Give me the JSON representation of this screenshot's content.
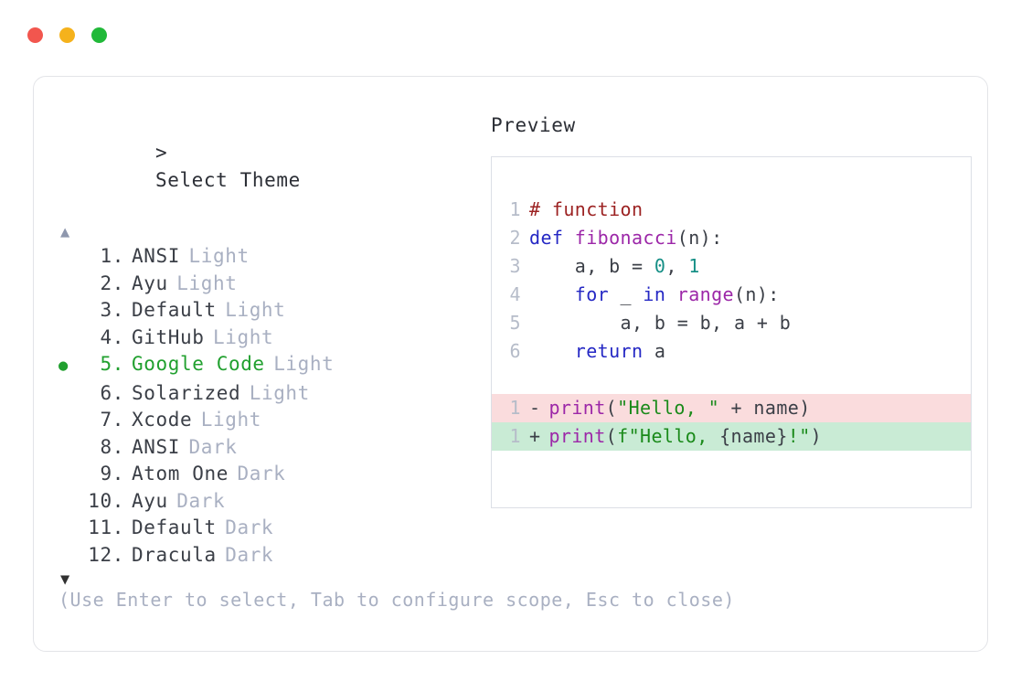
{
  "window": {
    "dots": [
      {
        "name": "close-dot",
        "color": "#f2564e"
      },
      {
        "name": "minimize-dot",
        "color": "#f5b21c"
      },
      {
        "name": "maximize-dot",
        "color": "#21b939"
      }
    ]
  },
  "selector": {
    "prompt_caret": ">",
    "title": "Select Theme",
    "scroll_up_icon": "▲",
    "scroll_down_icon": "▼",
    "selected_index": 5,
    "selected_bullet": "●",
    "accent_color": "#21a02f",
    "muted_color": "#a9b0c2",
    "items": [
      {
        "index": "1.",
        "name": "ANSI",
        "variant": "Light",
        "selected": false
      },
      {
        "index": "2.",
        "name": "Ayu",
        "variant": "Light",
        "selected": false
      },
      {
        "index": "3.",
        "name": "Default",
        "variant": "Light",
        "selected": false
      },
      {
        "index": "4.",
        "name": "GitHub",
        "variant": "Light",
        "selected": false
      },
      {
        "index": "5.",
        "name": "Google Code",
        "variant": "Light",
        "selected": true
      },
      {
        "index": "6.",
        "name": "Solarized",
        "variant": "Light",
        "selected": false
      },
      {
        "index": "7.",
        "name": "Xcode",
        "variant": "Light",
        "selected": false
      },
      {
        "index": "8.",
        "name": "ANSI",
        "variant": "Dark",
        "selected": false
      },
      {
        "index": "9.",
        "name": "Atom One",
        "variant": "Dark",
        "selected": false
      },
      {
        "index": "10.",
        "name": "Ayu",
        "variant": "Dark",
        "selected": false
      },
      {
        "index": "11.",
        "name": "Default",
        "variant": "Dark",
        "selected": false
      },
      {
        "index": "12.",
        "name": "Dracula",
        "variant": "Dark",
        "selected": false
      }
    ],
    "hint": "(Use Enter to select, Tab to configure scope, Esc to close)"
  },
  "preview": {
    "label": "Preview",
    "code_lines": [
      {
        "ln": "1",
        "tokens": [
          {
            "t": "# function",
            "c": "comment"
          }
        ]
      },
      {
        "ln": "2",
        "tokens": [
          {
            "t": "def ",
            "c": "keyword"
          },
          {
            "t": "fibonacci",
            "c": "func"
          },
          {
            "t": "(n):",
            "c": "plain"
          }
        ]
      },
      {
        "ln": "3",
        "tokens": [
          {
            "t": "    a, b = ",
            "c": "plain"
          },
          {
            "t": "0",
            "c": "num"
          },
          {
            "t": ", ",
            "c": "plain"
          },
          {
            "t": "1",
            "c": "num"
          }
        ]
      },
      {
        "ln": "4",
        "tokens": [
          {
            "t": "    ",
            "c": "plain"
          },
          {
            "t": "for",
            "c": "keyword"
          },
          {
            "t": " _ ",
            "c": "plain"
          },
          {
            "t": "in",
            "c": "keyword"
          },
          {
            "t": " ",
            "c": "plain"
          },
          {
            "t": "range",
            "c": "func"
          },
          {
            "t": "(n):",
            "c": "plain"
          }
        ]
      },
      {
        "ln": "5",
        "tokens": [
          {
            "t": "        a, b = b, a + b",
            "c": "plain"
          }
        ]
      },
      {
        "ln": "6",
        "tokens": [
          {
            "t": "    ",
            "c": "plain"
          },
          {
            "t": "return",
            "c": "keyword"
          },
          {
            "t": " a",
            "c": "plain"
          }
        ]
      }
    ],
    "diff_lines": [
      {
        "ln": "1",
        "sign": "-",
        "kind": "del",
        "tokens": [
          {
            "t": "print",
            "c": "func"
          },
          {
            "t": "(",
            "c": "plain"
          },
          {
            "t": "\"Hello, \"",
            "c": "str"
          },
          {
            "t": " + name)",
            "c": "plain"
          }
        ]
      },
      {
        "ln": "1",
        "sign": "+",
        "kind": "add",
        "tokens": [
          {
            "t": "print",
            "c": "func"
          },
          {
            "t": "(",
            "c": "plain"
          },
          {
            "t": "f\"Hello, ",
            "c": "str"
          },
          {
            "t": "{name}",
            "c": "plain"
          },
          {
            "t": "!\"",
            "c": "str"
          },
          {
            "t": ")",
            "c": "plain"
          }
        ]
      }
    ],
    "diff_del_bg": "#fadcdd",
    "diff_add_bg": "#c9ebd5"
  }
}
